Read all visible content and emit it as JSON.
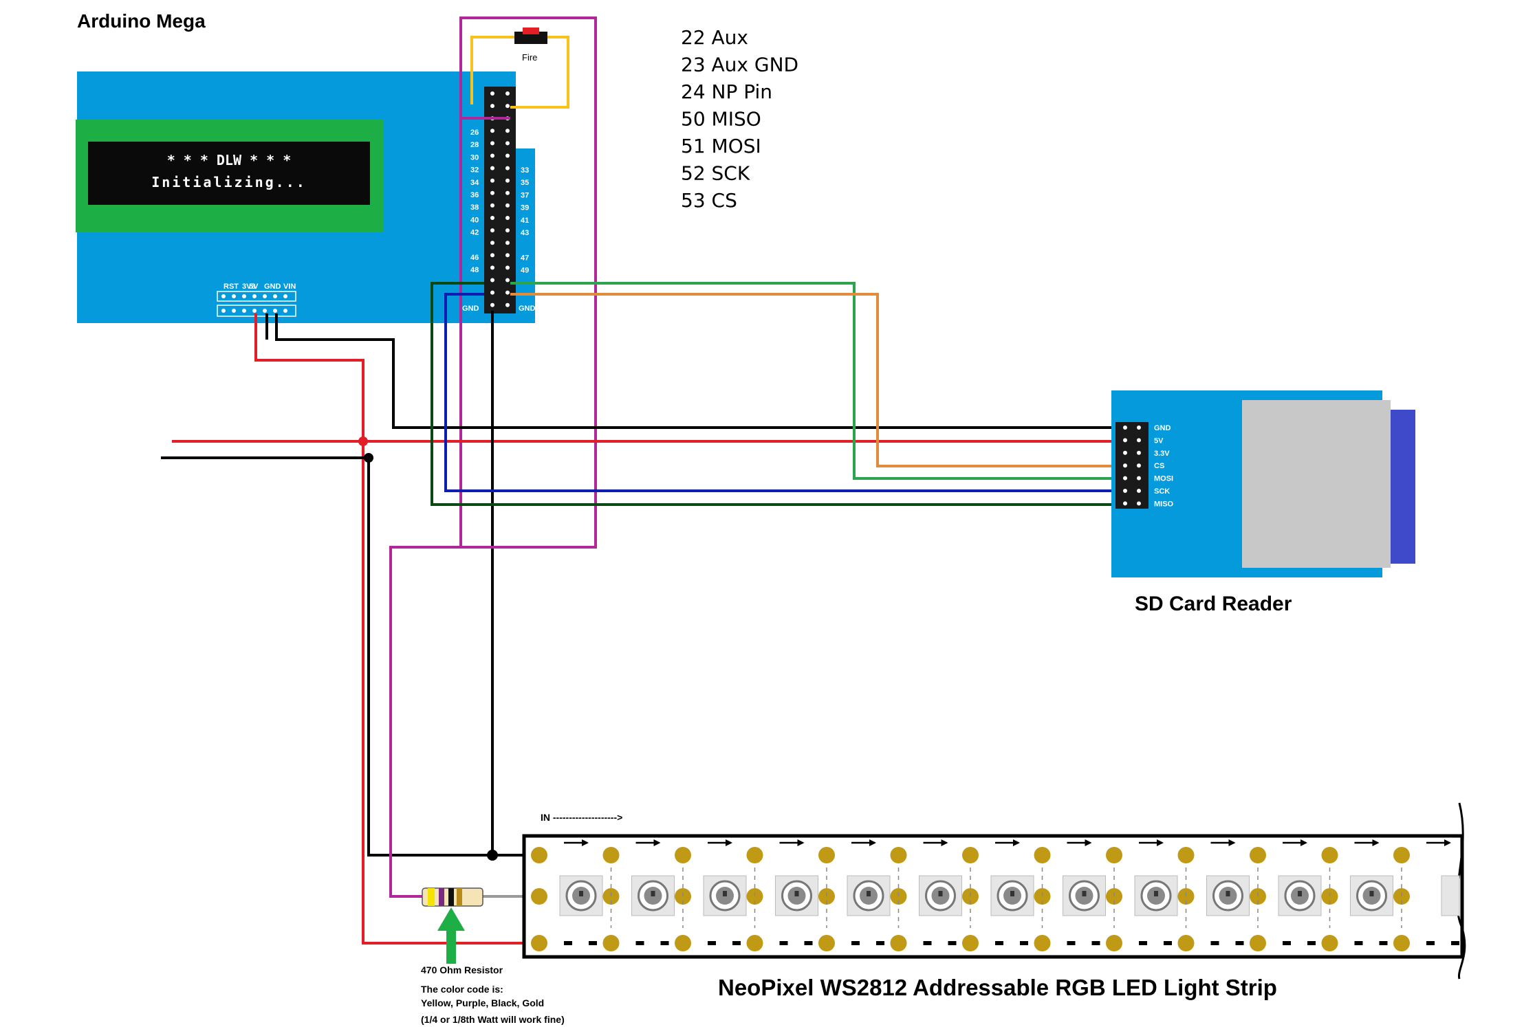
{
  "title": "Arduino Mega",
  "fire_label": "Fire",
  "pin_legend": [
    "22 Aux",
    "23 Aux GND",
    "24 NP Pin",
    "50 MISO",
    "51 MOSI",
    "52 SCK",
    "53 CS"
  ],
  "lcd": {
    "line1": "* * *  DLW  * * *",
    "line2": "Initializing..."
  },
  "header_left_pins": [
    "26",
    "28",
    "30",
    "32",
    "34",
    "36",
    "38",
    "40",
    "42",
    "46",
    "48"
  ],
  "header_right_pins": [
    "33",
    "35",
    "37",
    "39",
    "41",
    "43",
    "47",
    "49"
  ],
  "header_gnd": "GND",
  "power_pins": [
    "RST",
    "3V3",
    "5V",
    "GND",
    "VIN"
  ],
  "sd_pins": [
    "GND",
    "5V",
    "3.3V",
    "CS",
    "MOSI",
    "SCK",
    "MISO"
  ],
  "sd_label": "SD Card Reader",
  "strip_in_label": "IN -------------------->",
  "strip_label": "NeoPixel WS2812 Addressable RGB LED Light Strip",
  "resistor_notes": [
    "470 Ohm Resistor",
    "The color code is:",
    "Yellow, Purple, Black, Gold",
    "(1/4 or 1/8th Watt will work fine)"
  ],
  "colors": {
    "board": "#049ADB",
    "lcd_frame": "#1DAE45",
    "wire_red": "#E21F26",
    "wire_black": "#000000",
    "wire_magenta": "#B0279A",
    "wire_yellow": "#F8C21C",
    "wire_green": "#2DA44E",
    "wire_orange": "#E08C3A",
    "wire_blue": "#0D1DB0",
    "wire_darkgreen": "#0A4A12",
    "led_pad": "#C09A15"
  }
}
